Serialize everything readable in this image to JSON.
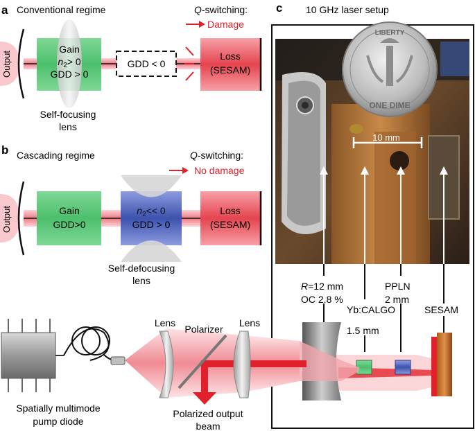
{
  "panel_a": {
    "letter": "a",
    "title": "Conventional regime",
    "qswitch_label": "Q-switching:",
    "qswitch_result": "Damage",
    "output_label": "Output",
    "gain_line1": "Gain",
    "gain_line2_n": "n",
    "gain_line2_sub": "2",
    "gain_line2_rest": "> 0",
    "gain_line3": "GDD > 0",
    "gdd_box": "GDD < 0",
    "loss_line1": "Loss",
    "loss_line2": "(SESAM)",
    "lens_line1": "Self-focusing",
    "lens_line2": "lens"
  },
  "panel_b": {
    "letter": "b",
    "title": "Cascading regime",
    "qswitch_label": "Q-switching:",
    "qswitch_result": "No damage",
    "output_label": "Output",
    "gain_line1": "Gain",
    "gain_line2": "GDD>0",
    "crystal_line1_n": "n",
    "crystal_line1_sub": "2",
    "crystal_line1_rest": "<< 0",
    "crystal_line2": "GDD > 0",
    "loss_line1": "Loss",
    "loss_line2": "(SESAM)",
    "lens_line1": "Self-defocusing",
    "lens_line2": "lens"
  },
  "panel_c": {
    "letter": "c",
    "title": "10 GHz laser setup",
    "scale_label": "10 mm",
    "coin_top": "LIBERTY",
    "coin_bottom": "ONE DIME",
    "mirror_label_r": "R",
    "mirror_label_line1": "=12 mm",
    "mirror_label_line2": "OC 2.8 %",
    "gain_crystal_line1": "Yb:CALGO",
    "gain_crystal_line2": "1.5 mm",
    "ppln_line1": "PPLN",
    "ppln_line2": "2 mm",
    "sesam_label": "SESAM"
  },
  "pump": {
    "diode_line1": "Spatially multimode",
    "diode_line2": "pump diode",
    "lens1": "Lens",
    "polarizer": "Polarizer",
    "lens2": "Lens",
    "output_line1": "Polarized output",
    "output_line2": "beam"
  },
  "colors": {
    "accent_red": "#e0202a",
    "gain_green": "#5cc47a",
    "loss_red": "#e8505a",
    "crystal_blue": "#4a5fb8"
  }
}
